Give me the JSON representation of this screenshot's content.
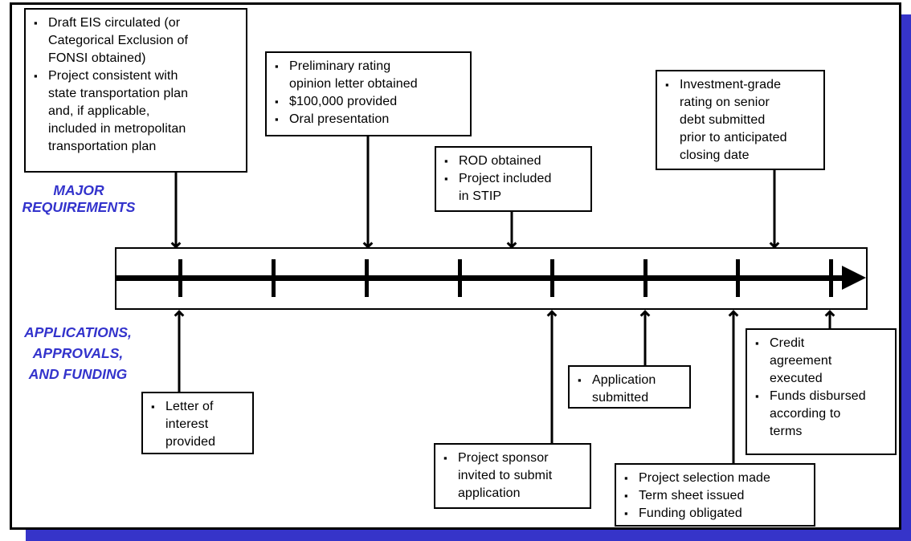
{
  "colors": {
    "accent_blue": "#3333CC",
    "shadow_blue": "#3634C9",
    "line_black": "#000000",
    "background": "#FFFFFF"
  },
  "labels": {
    "major_requirements": "MAJOR\nREQUIREMENTS",
    "applications_approvals": "APPLICATIONS,\nAPPROVALS,\nAND FUNDING"
  },
  "top_boxes": [
    {
      "name": "draft-eis",
      "items": [
        "Draft EIS circulated (or\nCategorical Exclusion  of\nFONSI obtained)",
        "Project consistent with\nstate transportation plan\nand, if applicable,\nincluded  in metropolitan\ntransportation plan"
      ]
    },
    {
      "name": "preliminary-rating",
      "items": [
        "Preliminary  rating\nopinion  letter obtained",
        "$100,000 provided",
        "Oral presentation"
      ]
    },
    {
      "name": "rod-stip",
      "items": [
        "ROD obtained",
        "Project included\nin STIP"
      ]
    },
    {
      "name": "investment-grade",
      "items": [
        "Investment-grade\nrating on senior\ndebt submitted\nprior to anticipated\nclosing date"
      ]
    }
  ],
  "bottom_boxes": [
    {
      "name": "letter-of-interest",
      "items": [
        "Letter of\ninterest\nprovided"
      ]
    },
    {
      "name": "project-sponsor",
      "items": [
        "Project sponsor\ninvited  to submit\napplication"
      ]
    },
    {
      "name": "application-submitted",
      "items": [
        "Application\nsubmitted"
      ]
    },
    {
      "name": "project-selection",
      "items": [
        "Project selection made",
        "Term sheet issued",
        "Funding  obligated"
      ]
    },
    {
      "name": "credit-agreement",
      "items": [
        "Credit\nagreement\nexecuted",
        "Funds  disbursed\naccording to\nterms"
      ]
    }
  ],
  "timeline": {
    "tick_count": 8,
    "direction": "right"
  }
}
